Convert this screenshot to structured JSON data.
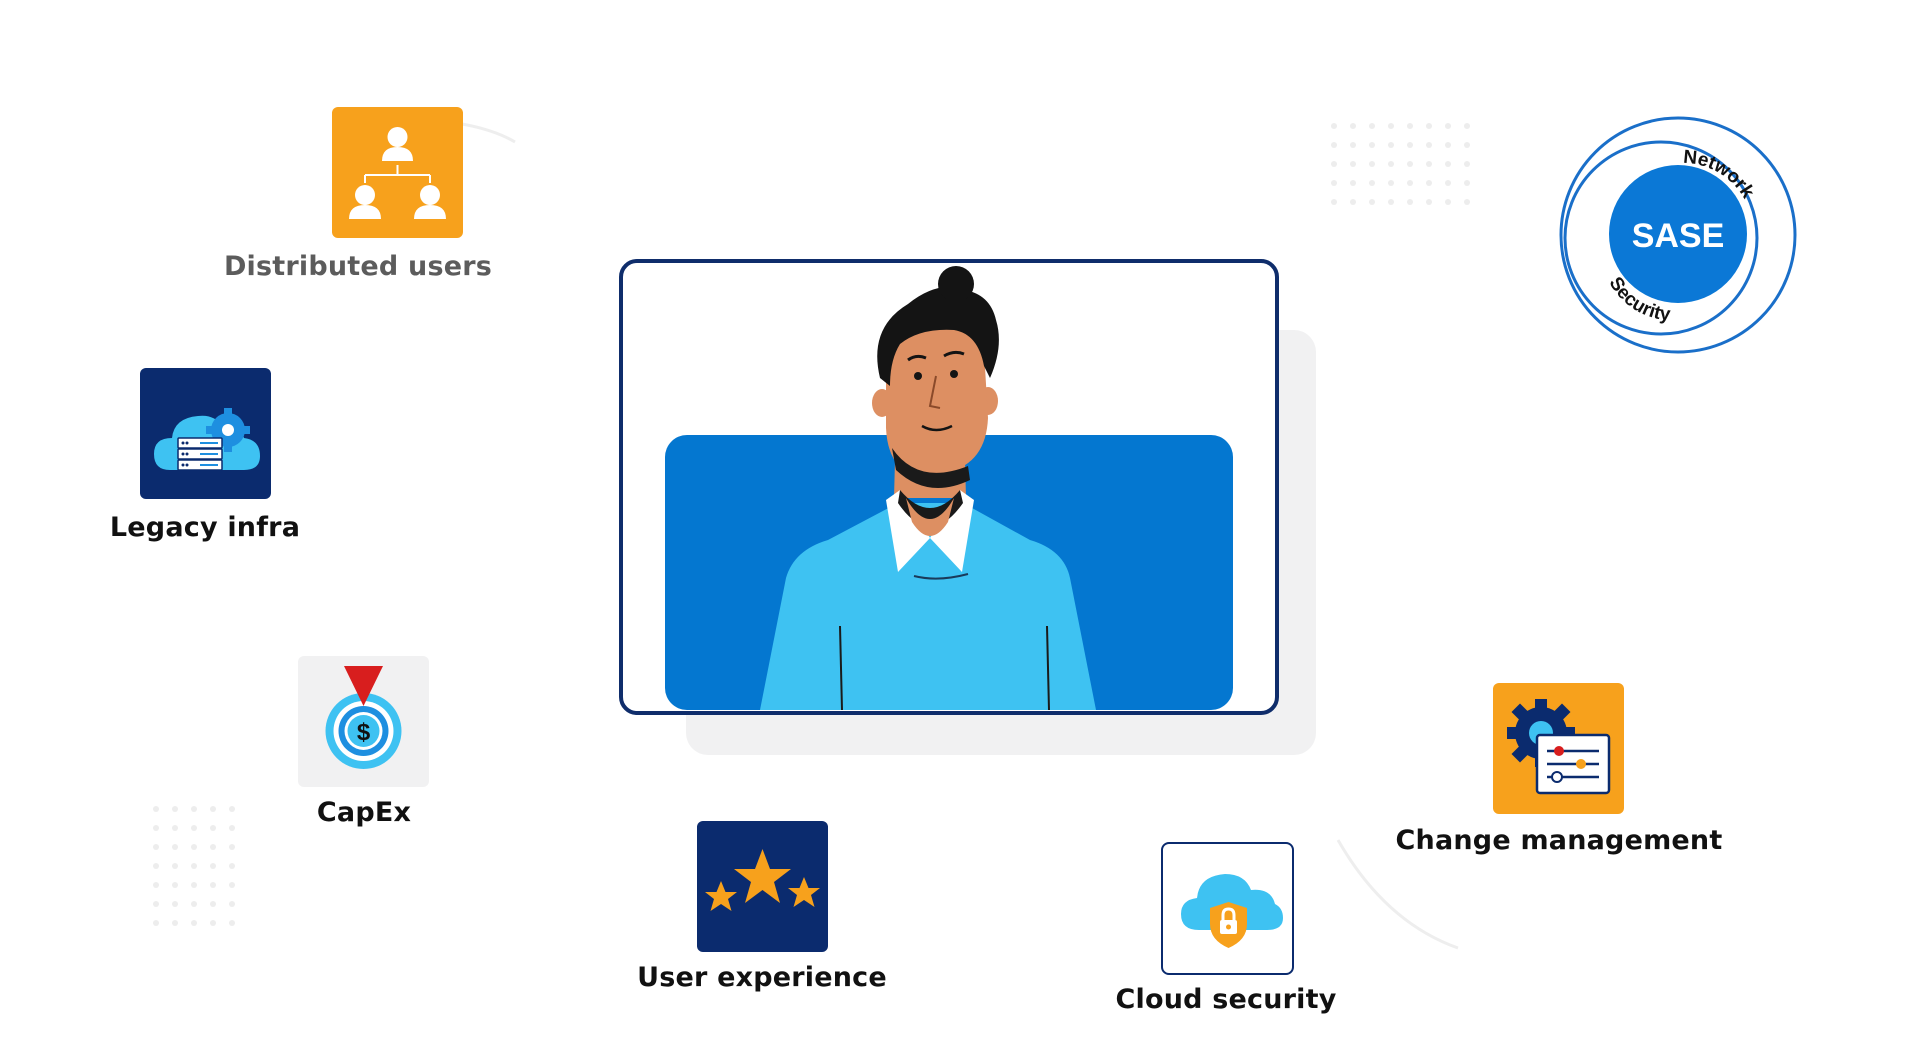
{
  "center_card": {
    "colors": {
      "frame": "#0f2d6b",
      "panel": "#0477d0",
      "shirt": "#3ec2f2",
      "skin": "#dd8f62",
      "hair": "#141414",
      "shadow": "#f1f1f2"
    }
  },
  "sase": {
    "center": "SASE",
    "top_arc": "Network",
    "bottom_arc": "Security",
    "colors": {
      "ring": "#1a6fc9",
      "center": "#0b78d6"
    }
  },
  "items": [
    {
      "label": "Distributed users",
      "icon": "org-chart-users-icon",
      "tile_color": "#f7a11c"
    },
    {
      "label": "Legacy infra",
      "icon": "cloud-server-gear-icon",
      "tile_color": "#0b2b6e"
    },
    {
      "label": "CapEx",
      "icon": "dollar-target-icon",
      "tile_color": "#f1f1f2"
    },
    {
      "label": "User experience",
      "icon": "three-stars-icon",
      "tile_color": "#0b2b6e"
    },
    {
      "label": "Cloud security",
      "icon": "cloud-lock-icon",
      "tile_color": "#ffffff"
    },
    {
      "label": "Change management",
      "icon": "gear-settings-panel-icon",
      "tile_color": "#f7a11c"
    }
  ]
}
